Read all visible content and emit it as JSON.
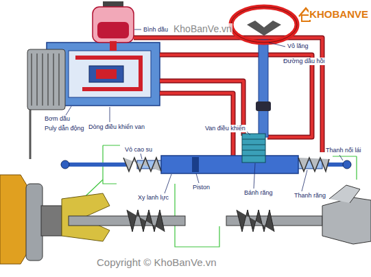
{
  "diagram": {
    "labels": [
      "Bình dầu",
      "Vô lăng",
      "Đường dầu hồi",
      "Bơm dầu",
      "Puly dẫn động",
      "Dòng điều khiển van",
      "Van điều khiển",
      "Vỏ cao su",
      "Xy lanh lực",
      "Piston",
      "Bánh răng",
      "Thanh răng",
      "Thanh nối lái",
      "KhoBanVe.vn",
      "KHOBANVE",
      "Copyright © KhoBanVe.vn"
    ]
  }
}
